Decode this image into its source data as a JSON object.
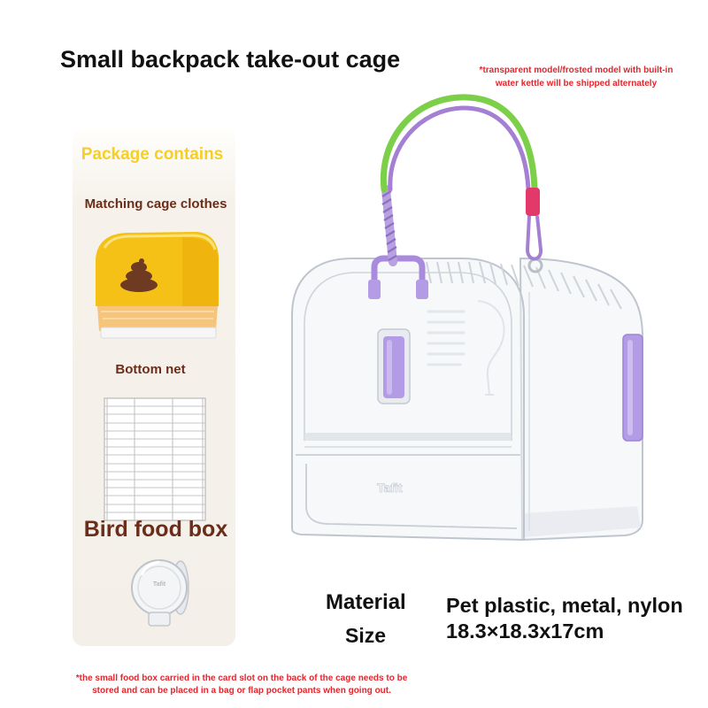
{
  "title": "Small backpack take-out cage",
  "top_note": {
    "line1": "*transparent model/frosted model with built-in",
    "line2": "water kettle will be shipped alternately"
  },
  "package": {
    "heading": "Package contains",
    "cage_clothes_label": "Matching cage clothes",
    "bottom_net_label": "Bottom net",
    "food_box_label": "Bird food box"
  },
  "brand": "Tafit",
  "specs": {
    "material_label": "Material",
    "material_value": "Pet plastic, metal, nylon",
    "size_label": "Size",
    "size_value": "18.3×18.3x17cm"
  },
  "bottom_note": {
    "line1": "*the small food box carried in the card slot on the back of the cage needs to be",
    "line2": "stored and can be placed in a bag or flap pocket pants when going out."
  },
  "colors": {
    "heading_yellow": "#f5cf27",
    "label_brown": "#6b2d1a",
    "note_red": "#e1262d",
    "strap_green": "#7ccf48",
    "strap_purple": "#a47fd4",
    "latch_purple": "#b39be6",
    "cover_yellow": "#f5c116"
  }
}
